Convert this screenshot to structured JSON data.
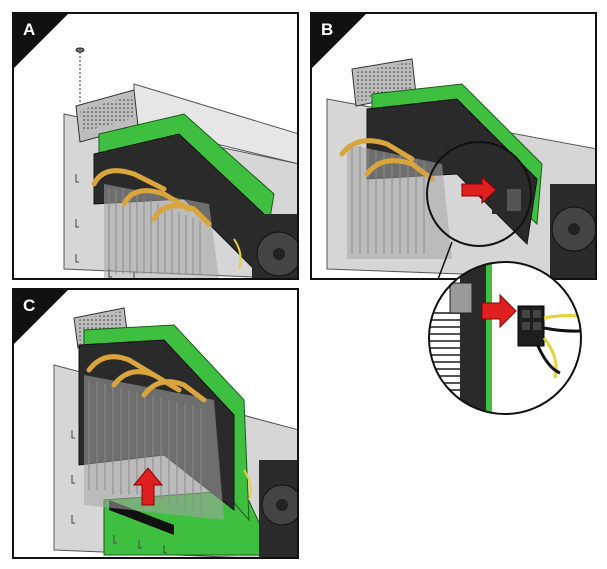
{
  "panels": [
    {
      "label": "A"
    },
    {
      "label": "B"
    },
    {
      "label": "C"
    }
  ],
  "colors": {
    "card_green": "#3fbf3f",
    "heat_pipe": "#d9a53c",
    "chassis_gray": "#cfcfcf",
    "heatsink_gray": "#9a9a9a",
    "dark": "#1e1e1e",
    "arrow_red": "#e02020",
    "power_wire_yellow": "#e8d23a"
  },
  "icons": {
    "screw": "screw-icon",
    "arrow": "arrow-icon",
    "power_connector": "power-connector-icon"
  }
}
